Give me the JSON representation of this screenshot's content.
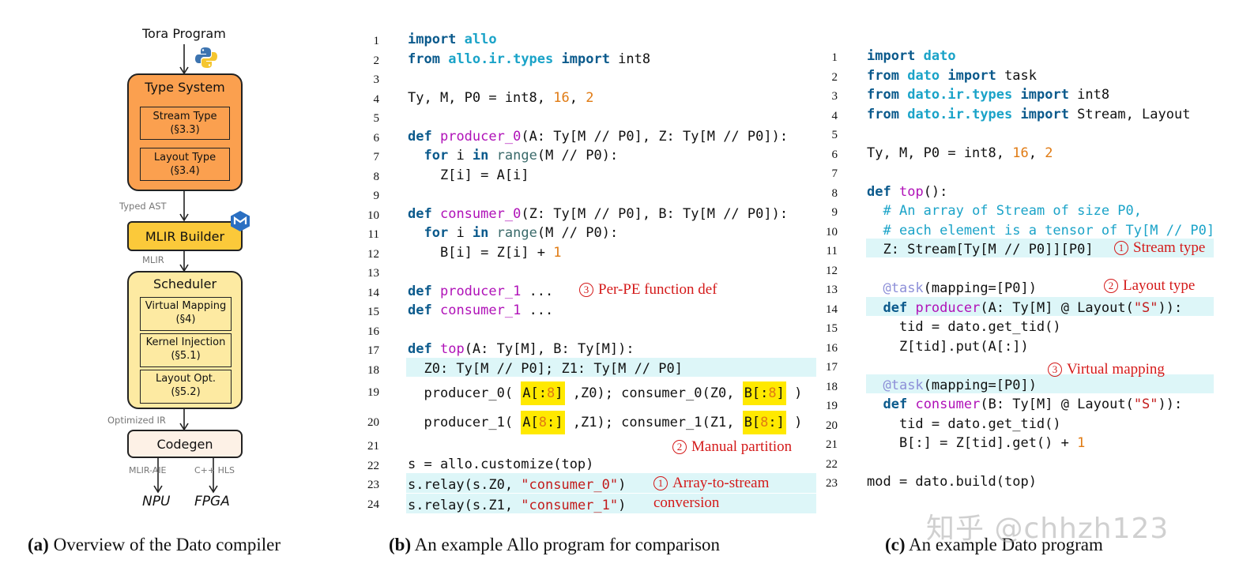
{
  "panel_a": {
    "input_label": "Tora Program",
    "type_system": {
      "title": "Type System",
      "stream": "Stream Type\n(§3.3)",
      "layout": "Layout Type\n(§3.4)"
    },
    "edge_typed_ast": "Typed AST",
    "mlir_builder": "MLIR Builder",
    "edge_mlir": "MLIR",
    "scheduler": {
      "title": "Scheduler",
      "vm": "Virtual Mapping\n(§4)",
      "ki": "Kernel Injection\n(§5.1)",
      "lo": "Layout Opt.\n(§5.2)"
    },
    "edge_opt_ir": "Optimized IR",
    "codegen": "Codegen",
    "edge_mlir_aie": "MLIR-AIE",
    "edge_cpp_hls": "C++ HLS",
    "npu": "NPU",
    "fpga": "FPGA",
    "colors": {
      "type_system": "#fba04f",
      "mlir_builder": "#fbc93a",
      "scheduler": "#fdeaa2",
      "codegen": "#fdf1e6",
      "mlir_logo": "#2a6fc2"
    },
    "icons": [
      "python-icon",
      "mlir-logo-icon"
    ]
  },
  "panel_b": {
    "line_numbers": [
      "1",
      "2",
      "3",
      "4",
      "5",
      "6",
      "7",
      "8",
      "9",
      "10",
      "11",
      "12",
      "13",
      "14",
      "15",
      "16",
      "17",
      "18",
      "19",
      "20",
      "21",
      "22",
      "23",
      "24"
    ],
    "annotations": {
      "per_pe": "Per-PE function def",
      "per_pe_num": "3",
      "manual_partition": "Manual partition",
      "manual_partition_num": "2",
      "array_to_stream_1": "Array-to-stream",
      "array_to_stream_2": "conversion",
      "array_to_stream_num": "1"
    },
    "colors": {
      "highlight": "#ddf6f8",
      "slice_highlight": "#ffe900"
    }
  },
  "panel_c": {
    "line_numbers": [
      "1",
      "2",
      "3",
      "4",
      "5",
      "6",
      "7",
      "8",
      "9",
      "10",
      "11",
      "12",
      "13",
      "14",
      "15",
      "16",
      "17",
      "18",
      "19",
      "20",
      "21",
      "22",
      "23"
    ],
    "annotations": {
      "stream_type": "Stream type",
      "stream_type_num": "1",
      "layout_type": "Layout type",
      "layout_type_num": "2",
      "virtual_mapping": "Virtual mapping",
      "virtual_mapping_num": "3"
    }
  },
  "captions": {
    "a_tag": "(a)",
    "a_text": "Overview of the Dato compiler",
    "b_tag": "(b)",
    "b_text": "An example Allo program for comparison",
    "c_tag": "(c)",
    "c_text": "An example Dato program"
  },
  "watermark": "知乎 @chhzh123"
}
